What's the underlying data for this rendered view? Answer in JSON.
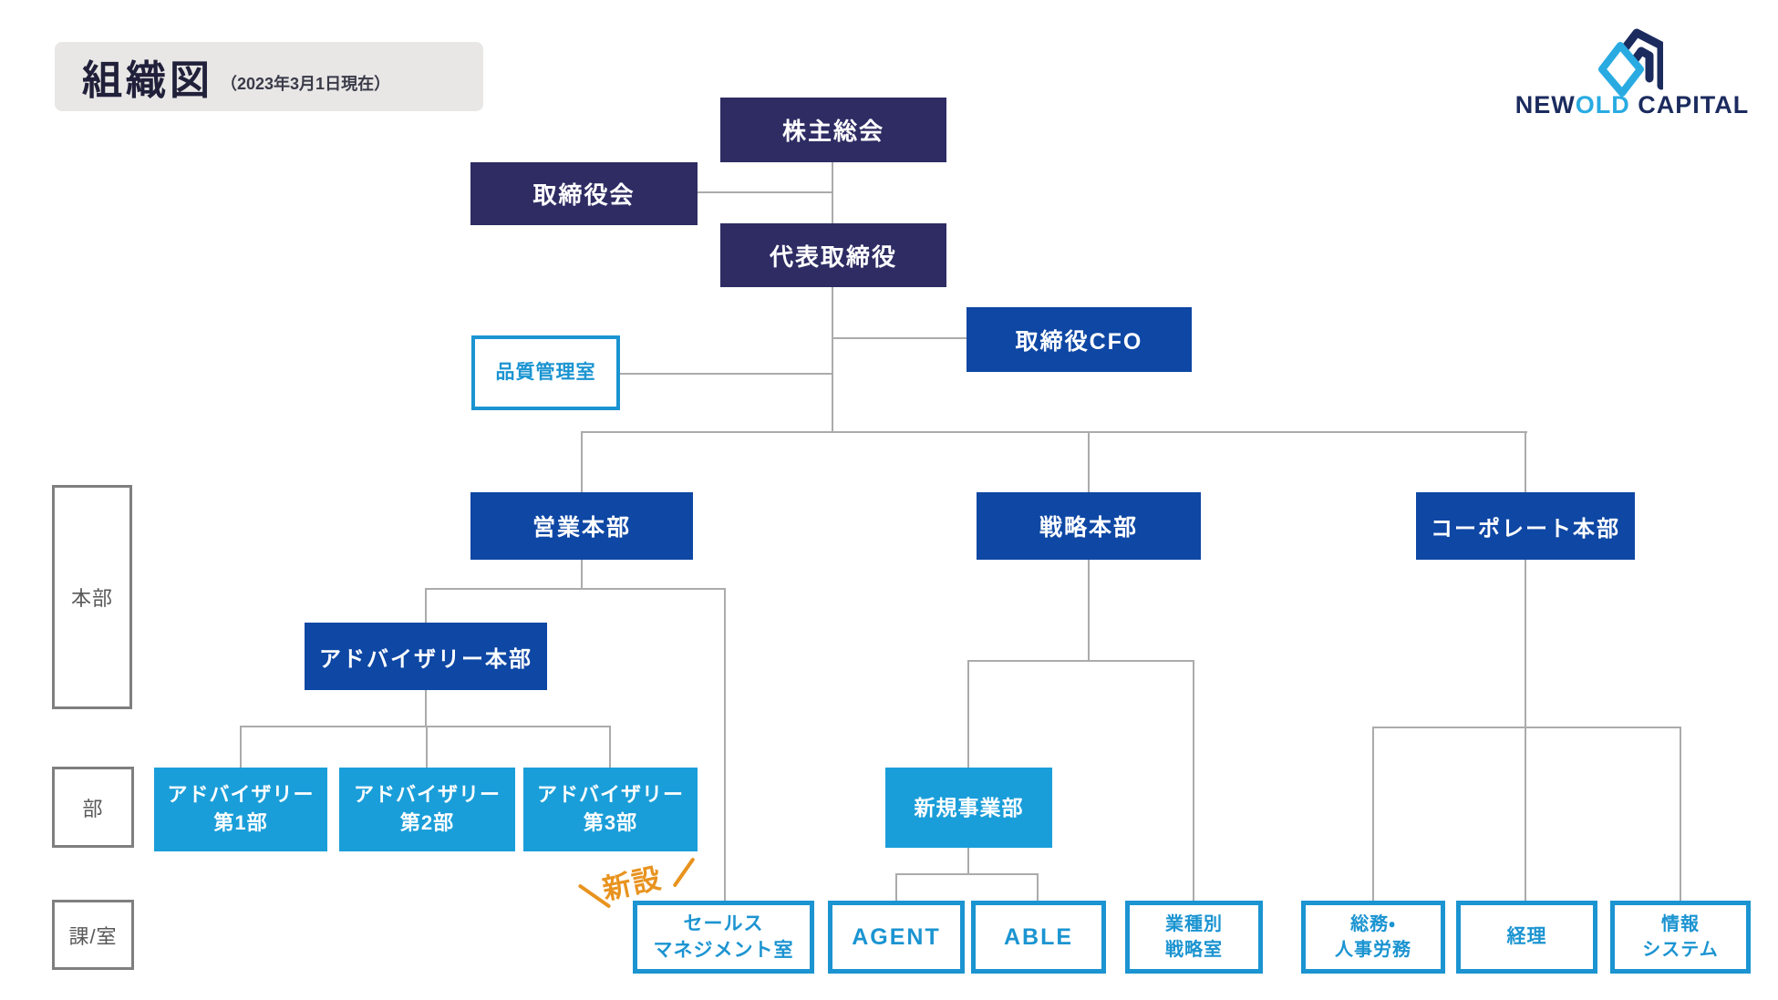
{
  "title": {
    "text": "組織図",
    "note": "（2023年3月1日現在）"
  },
  "logo": {
    "new": "NEW",
    "old": "OLD",
    "capital": " CAPITAL"
  },
  "side_labels": {
    "honbu": "本部",
    "bu": "部",
    "kashitsu": "課/室"
  },
  "annotation": {
    "shinsetsu": "新設"
  },
  "nodes": {
    "shareholders_meeting": {
      "label": "株主総会"
    },
    "board_of_directors": {
      "label": "取締役会"
    },
    "representative_director": {
      "label": "代表取締役"
    },
    "cfo": {
      "label": "取締役CFO"
    },
    "quality_control_office": {
      "label": "品質管理室"
    },
    "sales_hq": {
      "label": "営業本部"
    },
    "strategy_hq": {
      "label": "戦略本部"
    },
    "corporate_hq": {
      "label": "コーポレート本部"
    },
    "advisory_hq": {
      "label": "アドバイザリー本部"
    },
    "advisory_dept1": {
      "label": "アドバイザリー\n第1部"
    },
    "advisory_dept2": {
      "label": "アドバイザリー\n第2部"
    },
    "advisory_dept3": {
      "label": "アドバイザリー\n第3部"
    },
    "new_business_dept": {
      "label": "新規事業部"
    },
    "sales_management_office": {
      "label": "セールス\nマネジメント室"
    },
    "agent": {
      "label": "AGENT"
    },
    "able": {
      "label": "ABLE"
    },
    "industry_strategy_office": {
      "label": "業種別\n戦略室"
    },
    "general_affairs_hr": {
      "label": "総務・\n人事労務"
    },
    "accounting": {
      "label": "経理"
    },
    "info_systems": {
      "label": "情報\nシステム"
    }
  },
  "colors": {
    "dark_navy": "#2e2c63",
    "royal_blue": "#0e47a4",
    "light_blue": "#1a9ed9",
    "outline_blue": "#1b94d1",
    "line_gray": "#ababab",
    "side_label_gray": "#595959",
    "side_label_border": "#7f7f7f",
    "orange": "#e8931f",
    "title_bg": "#e8e7e6",
    "title_text": "#20203a",
    "logo_navy": "#1b2b5e",
    "logo_light_blue": "#29abe2"
  }
}
